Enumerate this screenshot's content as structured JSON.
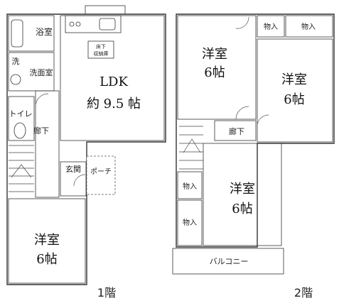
{
  "floor1": {
    "title": "1階",
    "bath": "浴室",
    "wash_mark": "洗",
    "washroom": "洗面室",
    "toilet": "トイレ",
    "hallway": "廊下",
    "storage_line1": "床下",
    "storage_line2": "収納庫",
    "ldk_line1": "LDK",
    "ldk_line2": "約 9.5 帖",
    "entrance": "玄関",
    "porch": "ポーチ",
    "room_line1": "洋室",
    "room_line2": "6帖"
  },
  "floor2": {
    "title": "2階",
    "closet_top_left": "物入",
    "closet_top_right": "物入",
    "room_a_line1": "洋室",
    "room_a_line2": "6帖",
    "room_b_line1": "洋室",
    "room_b_line2": "6帖",
    "hallway": "廊下",
    "closet_left_upper": "物入",
    "closet_left_lower": "物入",
    "room_c_line1": "洋室",
    "room_c_line2": "6帖",
    "balcony": "バルコニー"
  },
  "colors": {
    "ldk_floor": "#fbe9d6",
    "room_floor": "#fdfbe9",
    "wet_area": "#e3e9f4",
    "hallway": "#fbe9d6",
    "closet": "#d6d2bd",
    "entrance": "#e6e1c8"
  }
}
